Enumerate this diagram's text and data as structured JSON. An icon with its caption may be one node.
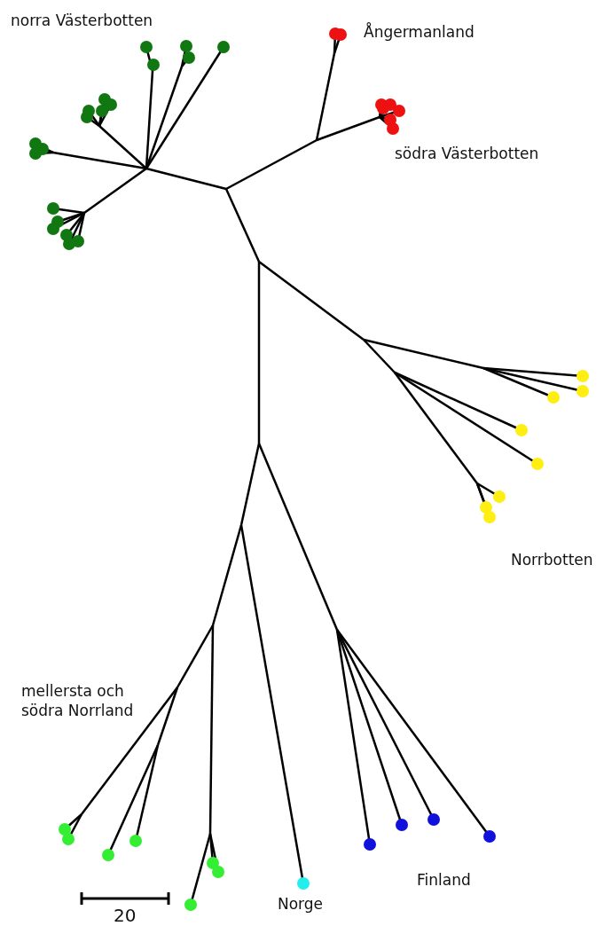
{
  "diagram": {
    "labels": [
      "norra Västerbotten",
      "Ångermanland",
      "södra Västerbotten",
      "Norrbotten",
      "mellersta och södra Norrland",
      "Norge",
      "Finland",
      "20"
    ]
  }
}
